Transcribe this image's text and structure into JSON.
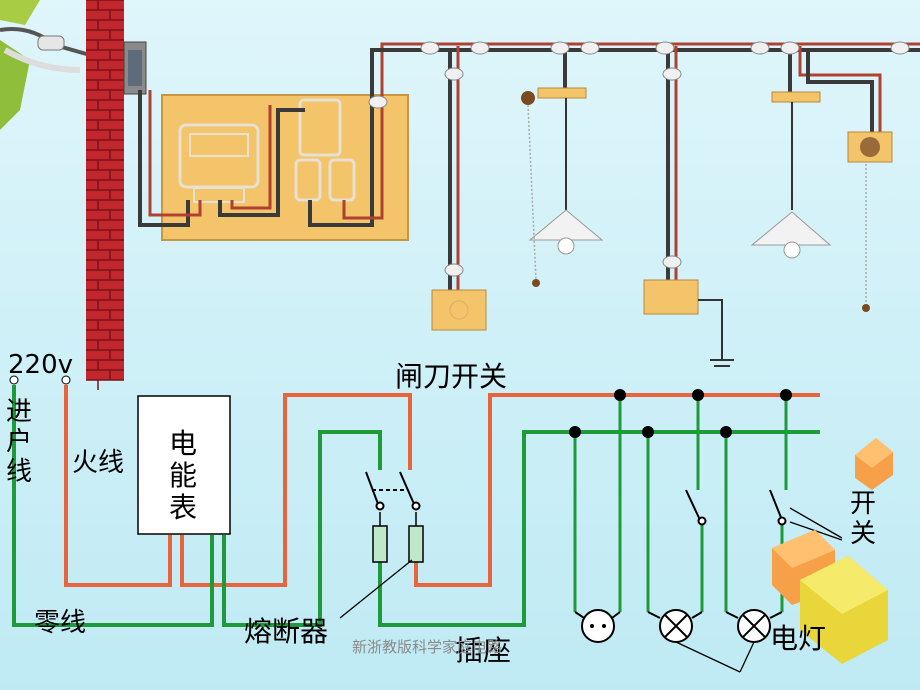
{
  "labels": {
    "voltage": "220v",
    "incoming_line": [
      "进",
      "户",
      "线"
    ],
    "live_wire": "火线",
    "meter": [
      "电",
      "能",
      "表"
    ],
    "knife_switch": "闸刀开关",
    "switch": [
      "开",
      "关"
    ],
    "neutral_wire": "零线",
    "fuse": "熔断器",
    "socket": "插座",
    "lamp": "电灯"
  },
  "footer": "新浙教版科学家庭电路",
  "colors": {
    "live": "#e8643c",
    "neutral": "#1f9a3a",
    "brick": "#c1272d",
    "panel": "#f4c46a",
    "wire_dark": "#3a3a3a"
  }
}
